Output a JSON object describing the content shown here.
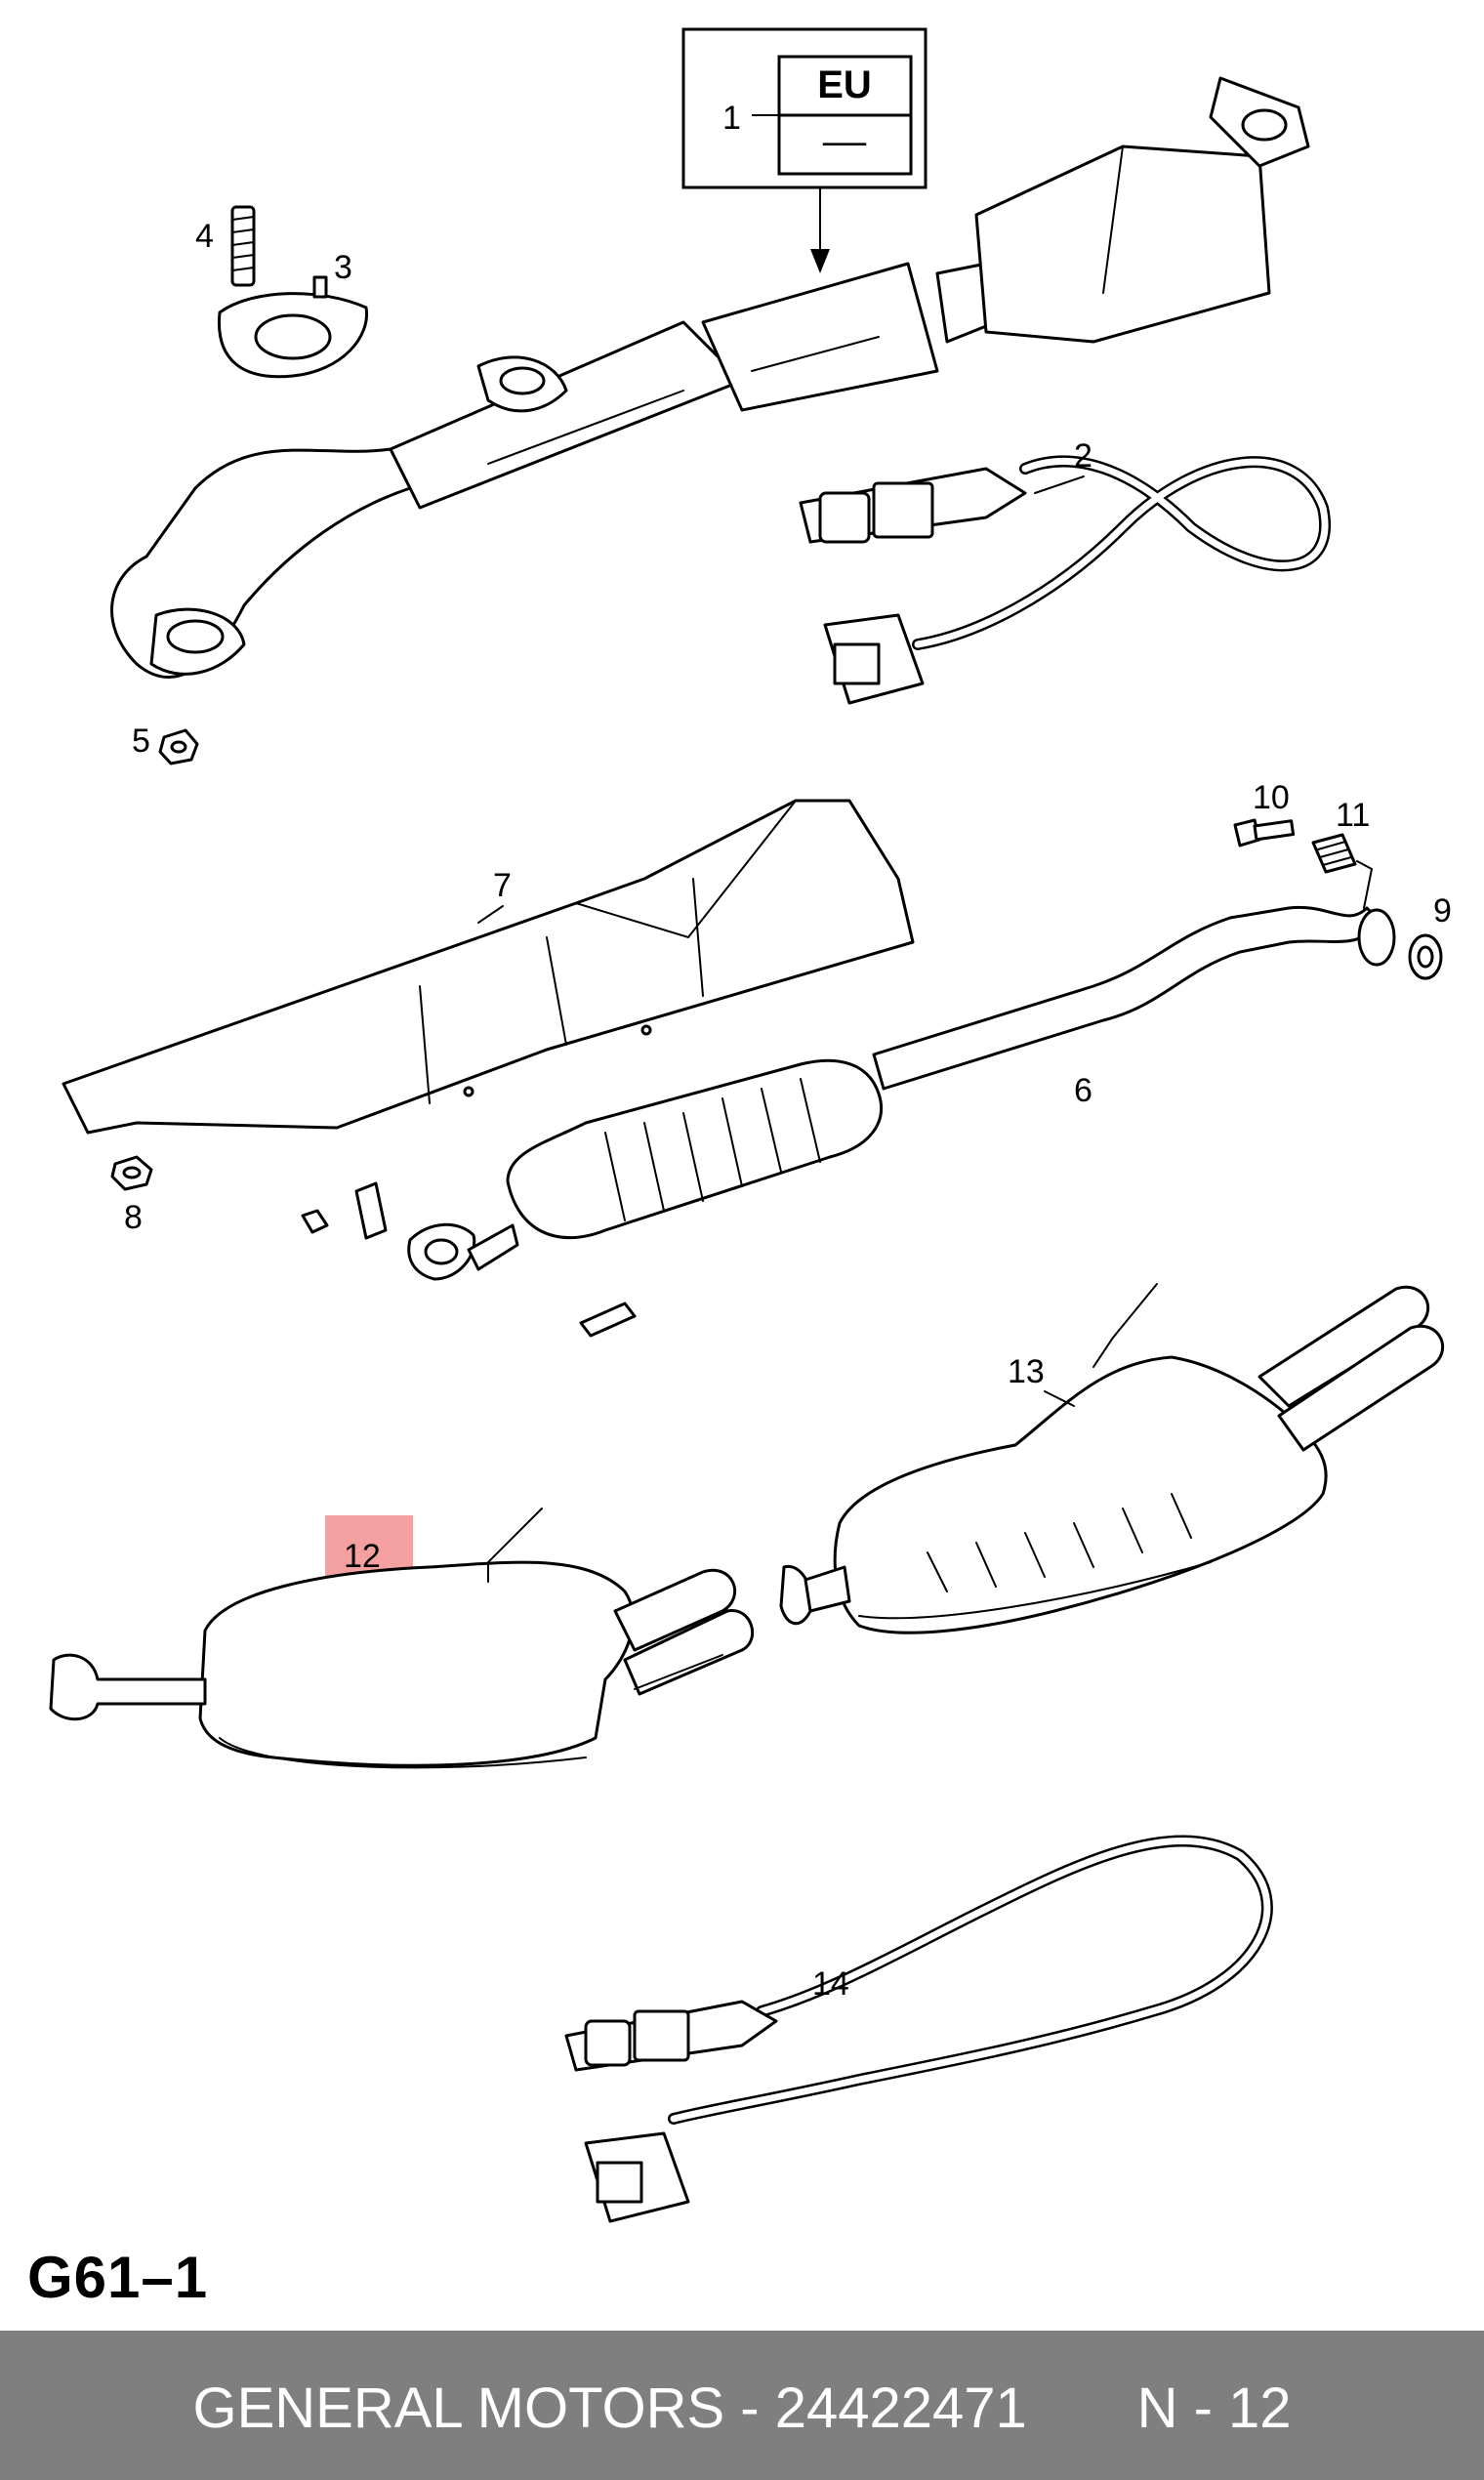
{
  "diagram": {
    "eu_box": {
      "header": "EU",
      "value": "––"
    },
    "callouts": [
      "1",
      "2",
      "3",
      "4",
      "5",
      "6",
      "7",
      "8",
      "9",
      "10",
      "11",
      "12",
      "13",
      "14"
    ],
    "highlight_color": "#f4a0a0",
    "sheet_code": "G61–1"
  },
  "footer": {
    "brand": "GENERAL MOTORS",
    "part_number": "24422471",
    "position": "N - 12",
    "background": "#7f7f80"
  }
}
